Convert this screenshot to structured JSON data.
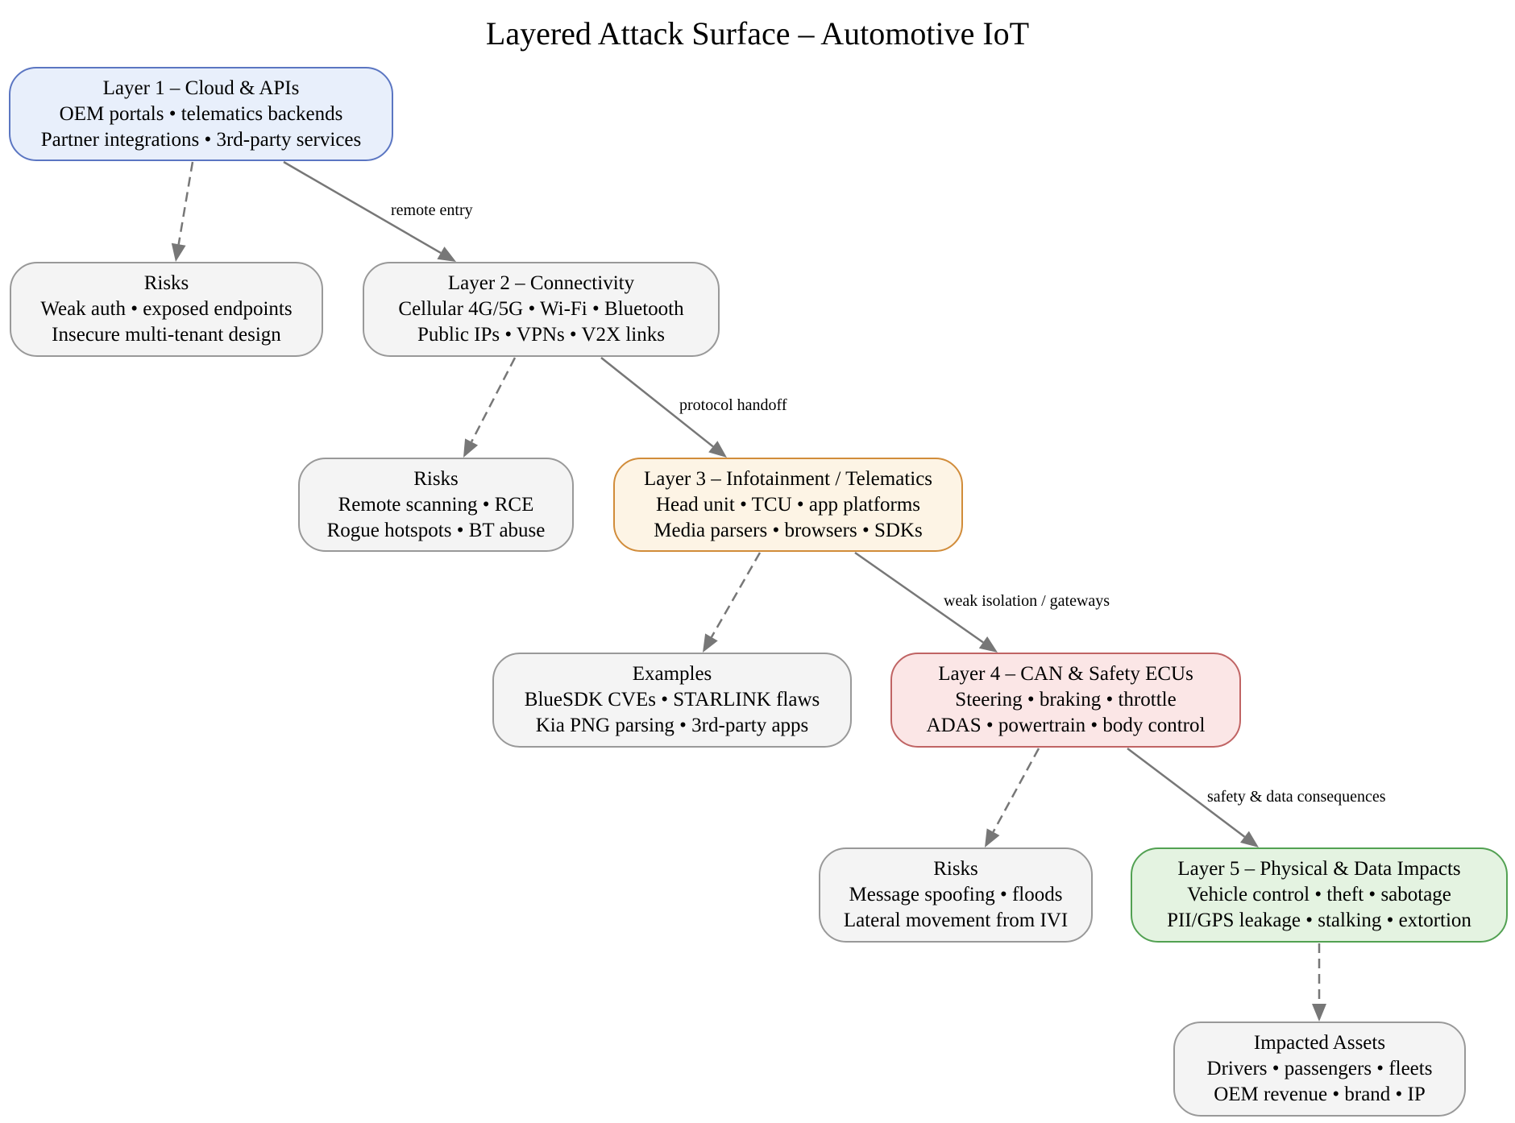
{
  "title": "Layered Attack Surface – Automotive IoT",
  "colors": {
    "layer1": {
      "fill": "#e8effb",
      "stroke": "#5b76c2"
    },
    "layer2": {
      "fill": "#f4f4f4",
      "stroke": "#999999"
    },
    "layer3": {
      "fill": "#fdf4e5",
      "stroke": "#d18c3a"
    },
    "layer4": {
      "fill": "#fbe6e6",
      "stroke": "#c06464"
    },
    "layer5": {
      "fill": "#e4f3e1",
      "stroke": "#52a152"
    },
    "side": {
      "fill": "#f4f4f4",
      "stroke": "#999999"
    },
    "edge": "#777777"
  },
  "nodes": [
    {
      "id": "layer1",
      "kind": "layer1",
      "lines": [
        "Layer 1 – Cloud & APIs",
        "OEM portals • telematics backends",
        "Partner integrations • 3rd-party services"
      ]
    },
    {
      "id": "risks1",
      "kind": "side",
      "lines": [
        "Risks",
        "Weak auth • exposed endpoints",
        "Insecure multi-tenant design"
      ]
    },
    {
      "id": "layer2",
      "kind": "layer2",
      "lines": [
        "Layer 2 – Connectivity",
        "Cellular 4G/5G • Wi-Fi • Bluetooth",
        "Public IPs • VPNs • V2X links"
      ]
    },
    {
      "id": "risks2",
      "kind": "side",
      "lines": [
        "Risks",
        "Remote scanning • RCE",
        "Rogue hotspots • BT abuse"
      ]
    },
    {
      "id": "layer3",
      "kind": "layer3",
      "lines": [
        "Layer 3 – Infotainment / Telematics",
        "Head unit • TCU • app platforms",
        "Media parsers • browsers • SDKs"
      ]
    },
    {
      "id": "examples3",
      "kind": "side",
      "lines": [
        "Examples",
        "BlueSDK CVEs • STARLINK flaws",
        "Kia PNG parsing • 3rd-party apps"
      ]
    },
    {
      "id": "layer4",
      "kind": "layer4",
      "lines": [
        "Layer 4 – CAN & Safety ECUs",
        "Steering • braking • throttle",
        "ADAS • powertrain • body control"
      ]
    },
    {
      "id": "risks4",
      "kind": "side",
      "lines": [
        "Risks",
        "Message spoofing • floods",
        "Lateral movement from IVI"
      ]
    },
    {
      "id": "layer5",
      "kind": "layer5",
      "lines": [
        "Layer 5 – Physical & Data Impacts",
        "Vehicle control • theft • sabotage",
        "PII/GPS leakage • stalking • extortion"
      ]
    },
    {
      "id": "assets",
      "kind": "side",
      "lines": [
        "Impacted Assets",
        "Drivers • passengers • fleets",
        "OEM revenue • brand • IP"
      ]
    }
  ],
  "edges": [
    {
      "from": "layer1",
      "to": "risks1",
      "style": "dashed",
      "label": ""
    },
    {
      "from": "layer1",
      "to": "layer2",
      "style": "solid",
      "label": "remote entry"
    },
    {
      "from": "layer2",
      "to": "risks2",
      "style": "dashed",
      "label": ""
    },
    {
      "from": "layer2",
      "to": "layer3",
      "style": "solid",
      "label": "protocol handoff"
    },
    {
      "from": "layer3",
      "to": "examples3",
      "style": "dashed",
      "label": ""
    },
    {
      "from": "layer3",
      "to": "layer4",
      "style": "solid",
      "label": "weak isolation / gateways"
    },
    {
      "from": "layer4",
      "to": "risks4",
      "style": "dashed",
      "label": ""
    },
    {
      "from": "layer4",
      "to": "layer5",
      "style": "solid",
      "label": "safety & data consequences"
    },
    {
      "from": "layer5",
      "to": "assets",
      "style": "dashed",
      "label": ""
    }
  ]
}
